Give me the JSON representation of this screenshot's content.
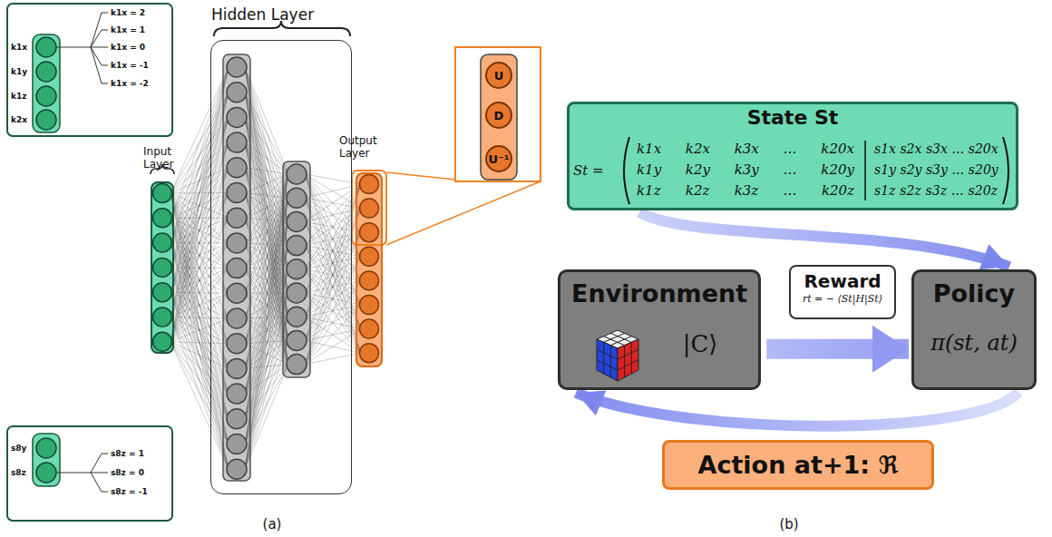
{
  "diagram": {
    "nodes": [
      {
        "text": [
          "Input Layer"
        ]
      },
      {
        "text": [
          "Hidden Layer"
        ]
      },
      {
        "text": [
          "Output Layer"
        ]
      },
      {
        "text": [
          "U"
        ]
      },
      {
        "text": [
          "D"
        ]
      },
      {
        "text": [
          "U⁻¹"
        ]
      },
      {
        "text": [
          "State St",
          "St =",
          "k1x k2x k3x … k20x",
          "k1y k2y k3y … k20y",
          "k1z k2z k3z … k20z",
          "s1x s2x s3x … s20x",
          "s1y s2y s3y … s20y",
          "s1z s2z s3z … s20z"
        ]
      },
      {
        "text": [
          "Environment",
          "|C⟩"
        ]
      },
      {
        "text": [
          "Reward",
          "rt = − ⟨St|H|St⟩"
        ]
      },
      {
        "text": [
          "Policy",
          "π(st, at)"
        ]
      },
      {
        "text": [
          "Action at+1: ℜ"
        ]
      }
    ],
    "edges": [
      {
        "from": 6,
        "to": 9,
        "arrow": "to"
      },
      {
        "from": 7,
        "to": 9,
        "arrow": "to"
      },
      {
        "from": 9,
        "to": 7,
        "arrow": "to"
      }
    ],
    "labels": [
      "k1x",
      "k1y",
      "k1z",
      "k2x",
      "k1x = 2",
      "k1x = 1",
      "k1x = 0",
      "k1x = -1",
      "k1x = -2",
      "s8y",
      "s8z",
      "s8z = 1",
      "s8z = 0",
      "s8z = -1",
      "(a)",
      "(b)"
    ]
  }
}
